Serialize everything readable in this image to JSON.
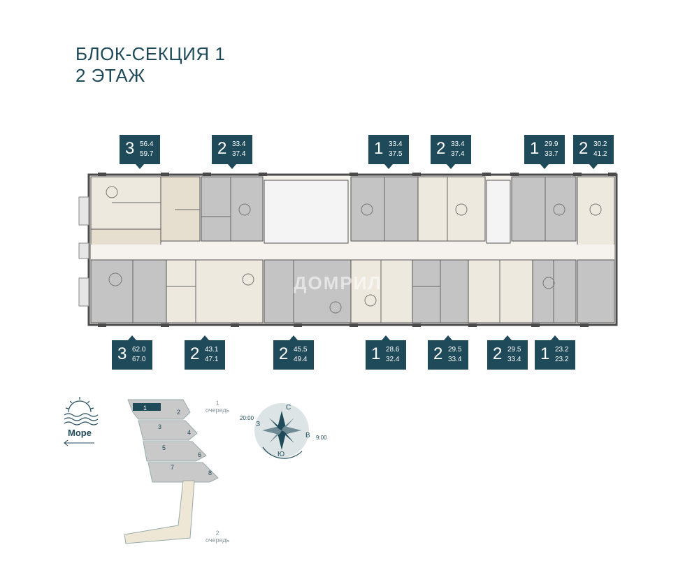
{
  "title": {
    "line1": "БЛОК-СЕКЦИЯ 1",
    "line2": "2 ЭТАЖ"
  },
  "colors": {
    "brand": "#1f4a5a",
    "unit_grey": "#c4c4c4",
    "unit_light": "#eee9df",
    "unit_beige": "#e6dfcf",
    "wall": "#4a4a4a"
  },
  "units_top": [
    {
      "rooms": "3",
      "area1": "56.4",
      "area2": "59.7"
    },
    {
      "rooms": "2",
      "area1": "33.4",
      "area2": "37.4"
    },
    {
      "rooms": "1",
      "area1": "33.4",
      "area2": "37.5"
    },
    {
      "rooms": "2",
      "area1": "33.4",
      "area2": "37.4"
    },
    {
      "rooms": "1",
      "area1": "29.9",
      "area2": "33.7"
    },
    {
      "rooms": "2",
      "area1": "30.2",
      "area2": "41.2"
    }
  ],
  "units_bottom": [
    {
      "rooms": "3",
      "area1": "62.0",
      "area2": "67.0"
    },
    {
      "rooms": "2",
      "area1": "43.1",
      "area2": "47.1"
    },
    {
      "rooms": "2",
      "area1": "45.5",
      "area2": "49.4"
    },
    {
      "rooms": "1",
      "area1": "28.6",
      "area2": "32.4"
    },
    {
      "rooms": "2",
      "area1": "29.5",
      "area2": "33.4"
    },
    {
      "rooms": "2",
      "area1": "29.5",
      "area2": "33.4"
    },
    {
      "rooms": "1",
      "area1": "23.2",
      "area2": "23.2"
    }
  ],
  "watermark": "ДОМРИЛ",
  "sea": {
    "label": "Море"
  },
  "queues": [
    {
      "number": "1",
      "label": "очередь"
    },
    {
      "number": "2",
      "label": "очередь"
    }
  ],
  "sections": [
    "1",
    "2",
    "3",
    "4",
    "5",
    "6",
    "7",
    "8"
  ],
  "compass": {
    "north": "С",
    "south": "Ю",
    "east": "В",
    "west": "З",
    "time_evening": "20:00",
    "time_morning": "9:00"
  }
}
